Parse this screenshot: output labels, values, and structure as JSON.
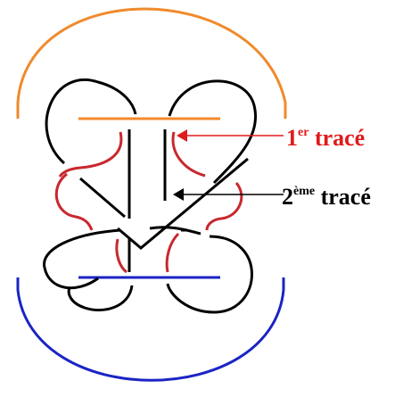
{
  "colors": {
    "background": "#ffffff",
    "orange": "#f08a2c",
    "blue": "#1b24c4",
    "red": "#c8282e",
    "red_label": "#e01b1b",
    "black": "#000000"
  },
  "labels": {
    "first": {
      "main": "1",
      "sup": "er",
      "word": " tracé"
    },
    "second": {
      "main": "2",
      "sup": "ème",
      "word": " tracé"
    }
  }
}
